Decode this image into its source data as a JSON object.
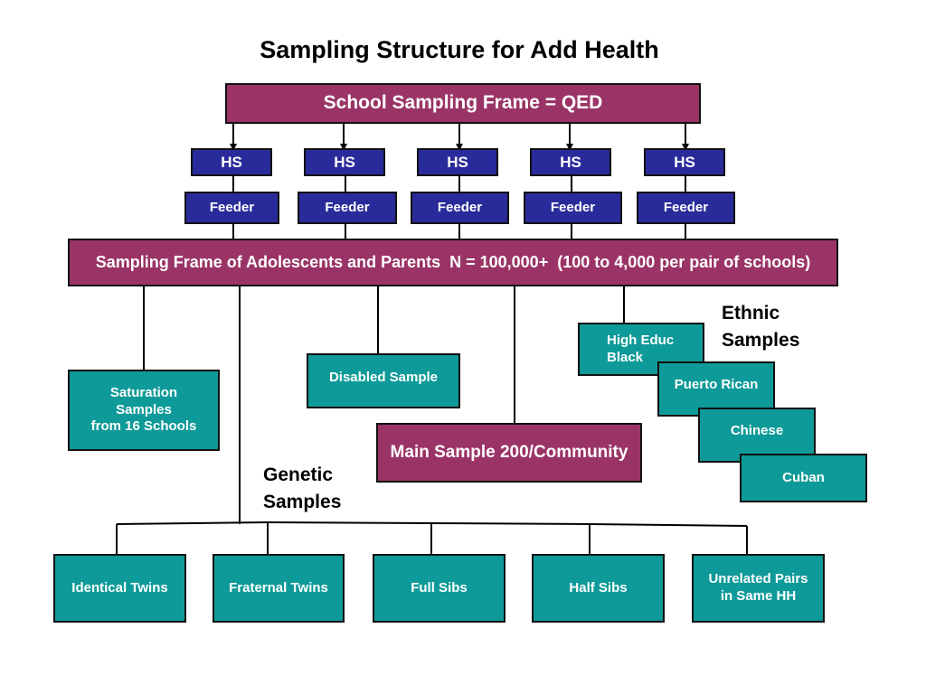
{
  "title": "Sampling Structure for Add Health",
  "school_frame": "School Sampling Frame = QED",
  "high_schools": [
    "HS",
    "HS",
    "HS",
    "HS",
    "HS"
  ],
  "feeders": [
    "Feeder",
    "Feeder",
    "Feeder",
    "Feeder",
    "Feeder"
  ],
  "adolescent_frame": "Sampling Frame of Adolescents and Parents  N = 100,000+  (100 to 4,000 per pair of schools)",
  "saturation": [
    "Saturation",
    "Samples",
    "from 16 Schools"
  ],
  "disabled": "Disabled Sample",
  "main_sample": "Main Sample 200/Community",
  "ethnic_label": [
    "Ethnic",
    "Samples"
  ],
  "ethnic": [
    "High Educ\nBlack",
    "Puerto Rican",
    "Chinese",
    "Cuban"
  ],
  "genetic_label": [
    "Genetic",
    "Samples"
  ],
  "genetic": [
    "Identical Twins",
    "Fraternal Twins",
    "Full Sibs",
    "Half Sibs",
    "Unrelated Pairs\nin Same HH"
  ],
  "colors": {
    "maroon": "#9a3466",
    "navy": "#2a2b9a",
    "teal": "#0e9a98"
  }
}
